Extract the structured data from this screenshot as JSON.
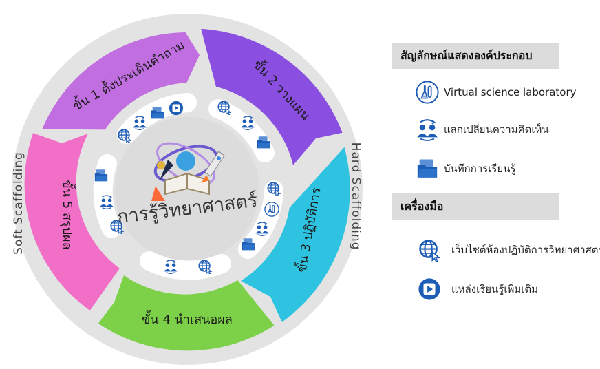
{
  "center": {
    "title": "การรู้วิทยาศาสตร์"
  },
  "ring": {
    "left": "Soft  Scaffolding",
    "right": "Hard  Scaffolding"
  },
  "steps": [
    {
      "label": "ขั้น 1 ตั้งประเด็นคำถาม",
      "color": "#c16ee0"
    },
    {
      "label": "ขั้น 2 วางแผน",
      "color": "#8a4ee0"
    },
    {
      "label": "ขั้น 3 ปฏิบัติการ",
      "color": "#2ec3e0"
    },
    {
      "label": "ขั้น 4 นำเสนอผล",
      "color": "#7dd148"
    },
    {
      "label": "ขั้น 5 สรุปผล",
      "color": "#f26fc7"
    }
  ],
  "legend": {
    "section1_title": "สัญลักษณ์แสดงองค์ประกอบ",
    "items1": [
      {
        "label": "Virtual science laboratory",
        "icon": "lab-flask-icon"
      },
      {
        "label": "แลกเปลี่ยนความคิดเห็น",
        "icon": "people-exchange-icon"
      },
      {
        "label": "บันทึกการเรียนรู้",
        "icon": "folder-record-icon"
      }
    ],
    "section2_title": "เครื่องมือ",
    "items2": [
      {
        "label": "เว็บไซต์ห้องปฏิบัติการวิทยาศาสตร์",
        "icon": "globe-cursor-icon"
      },
      {
        "label": "แหล่งเรียนรู้เพิ่มเติม",
        "icon": "play-button-icon"
      }
    ]
  },
  "colors": {
    "ring": "#e3e3e3",
    "icon_blue": "#1e5db5",
    "header_bg": "#dcdcdc"
  }
}
